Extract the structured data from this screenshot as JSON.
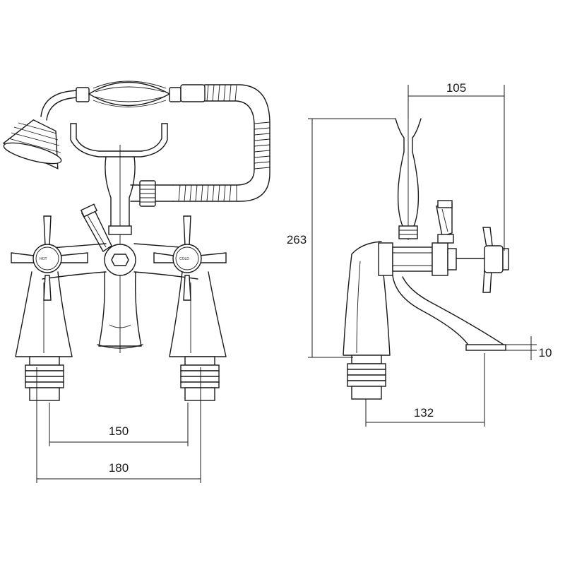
{
  "dimensions": {
    "width_between_valves": "150",
    "overall_width": "180",
    "spout_projection": "132",
    "handset_offset": "105",
    "overall_height": "263",
    "base_height": "10"
  },
  "handle_labels": {
    "hot": "HOT",
    "cold": "COLD"
  }
}
